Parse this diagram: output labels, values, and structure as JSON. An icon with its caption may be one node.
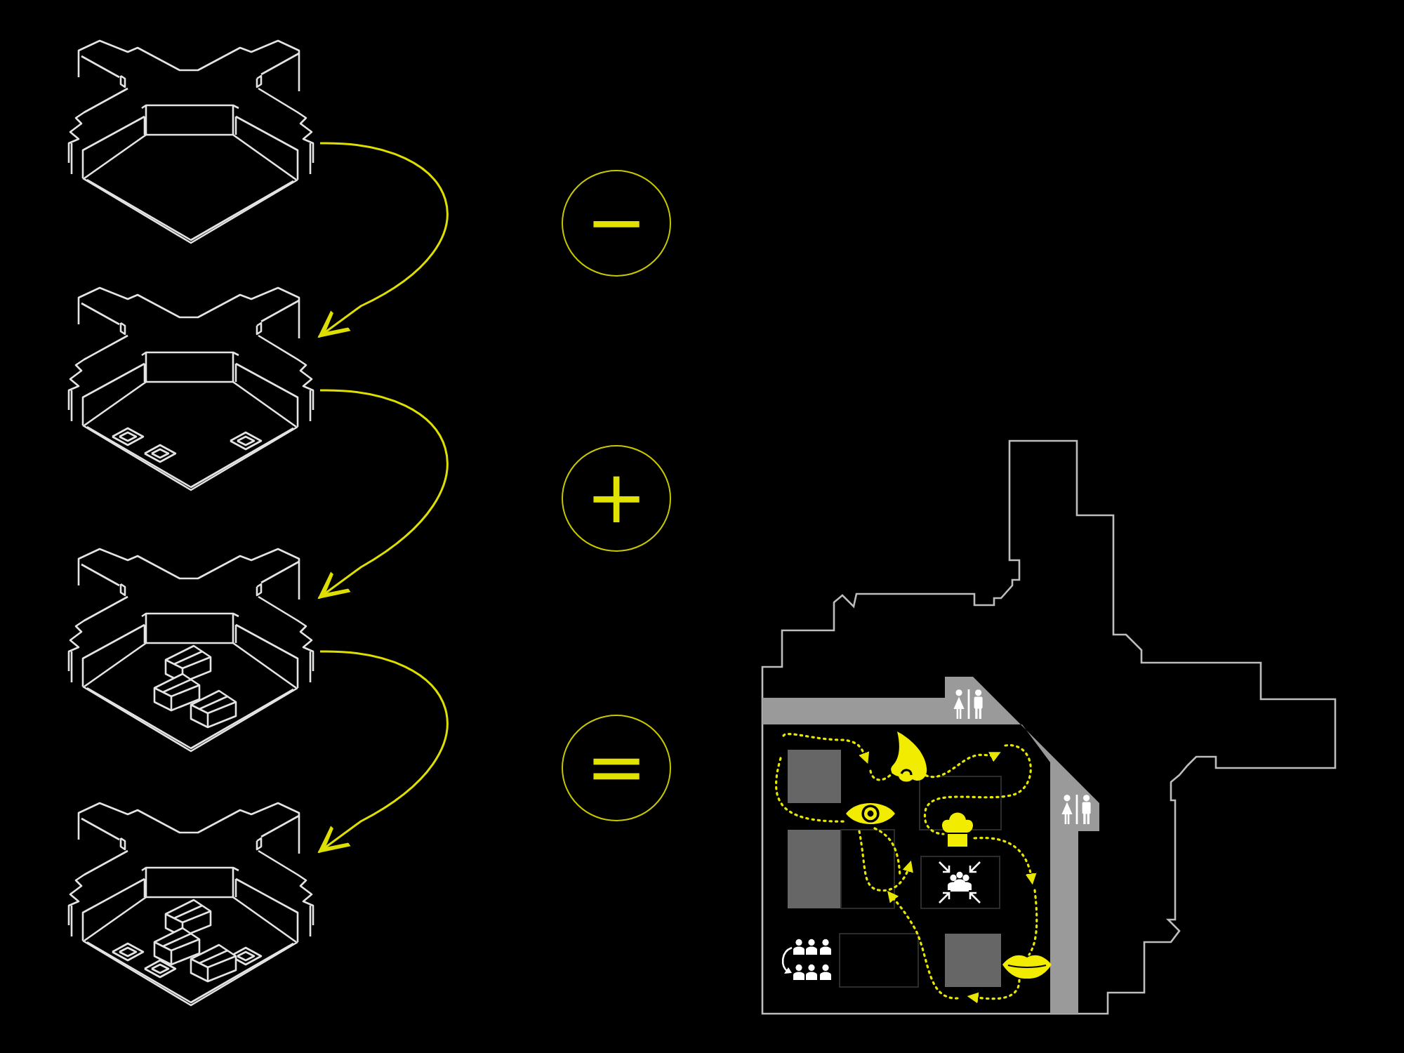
{
  "diagram": {
    "nodes": [
      {
        "text": [],
        "shape": "picture"
      },
      {
        "text": [
          "−"
        ]
      },
      {
        "text": [],
        "shape": "picture"
      },
      {
        "text": [
          "+"
        ]
      },
      {
        "text": [],
        "shape": "picture"
      },
      {
        "text": [
          "="
        ]
      },
      {
        "text": [],
        "shape": "picture"
      }
    ],
    "edges": [
      {
        "from": 0,
        "to": 2,
        "arrow": "to"
      },
      {
        "from": 2,
        "to": 4,
        "arrow": "to"
      },
      {
        "from": 4,
        "to": 6,
        "arrow": "to"
      }
    ]
  }
}
